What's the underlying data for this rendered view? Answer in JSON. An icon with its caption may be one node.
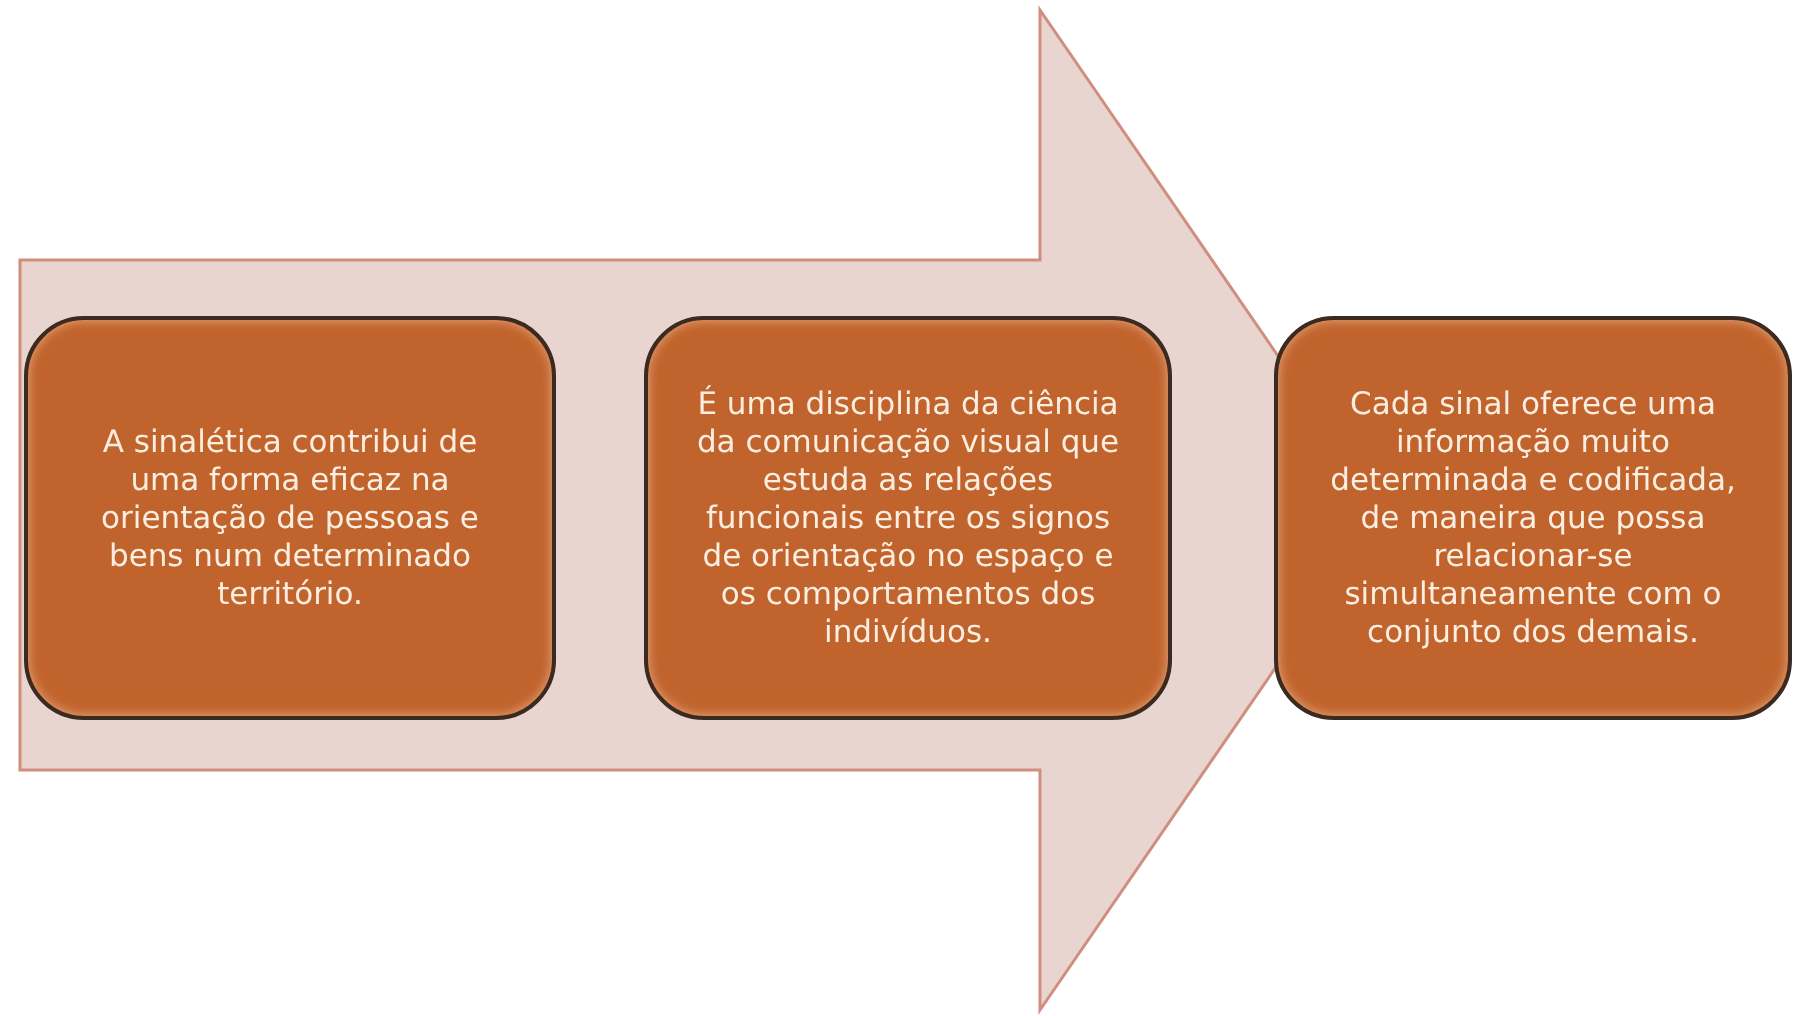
{
  "diagram": {
    "nodes": [
      {
        "text": [
          "A sinalética contribui de uma forma eficaz na orientação de pessoas e bens num determinado território."
        ]
      },
      {
        "text": [
          "É uma disciplina da ciência da comunicação visual que estuda as relações funcionais entre os signos de orientação no espaço e os comportamentos dos indivíduos."
        ]
      },
      {
        "text": [
          "Cada sinal oferece uma informação muito determinada e codificada, de maneira que possa relacionar-se simultaneamente com o conjunto dos demais."
        ]
      }
    ],
    "edges": [
      {
        "from": 0,
        "to": 2,
        "arrow": "to"
      }
    ]
  }
}
